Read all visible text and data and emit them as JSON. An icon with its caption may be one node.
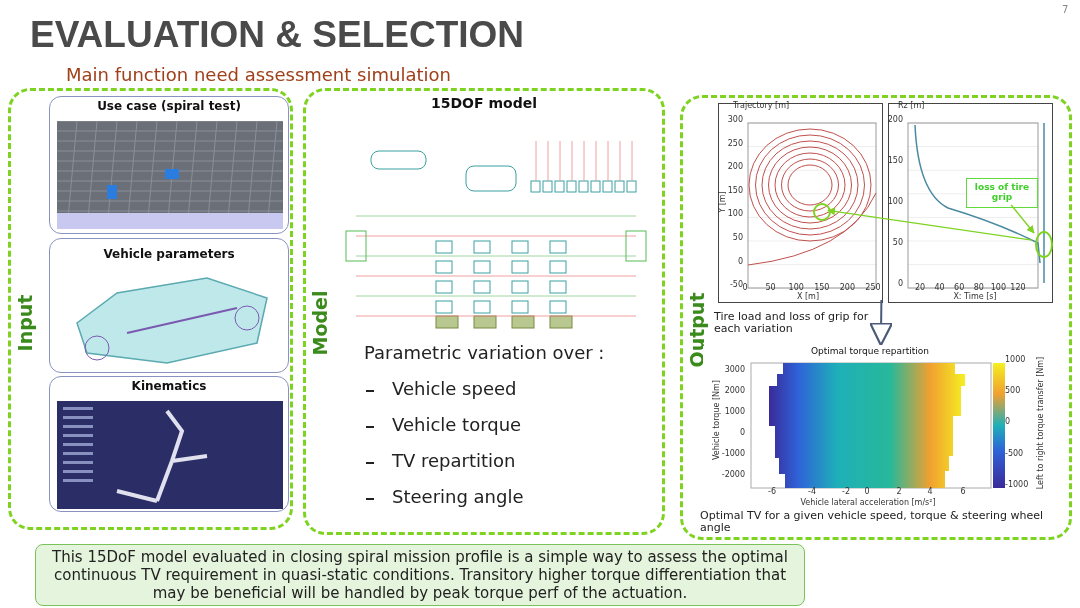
{
  "diagram": {
    "title": "EVALUATION & SELECTION",
    "nodes": [
      {
        "text": [
          "Input"
        ]
      },
      {
        "text": [
          "Use case (spiral test)"
        ],
        "in": 0
      },
      {
        "text": [
          "Vehicle parameters"
        ],
        "in": 0
      },
      {
        "text": [
          "Kinematics"
        ],
        "in": 0
      },
      {
        "text": [
          "Model",
          "15DOF model",
          "Parametric variation over :",
          "Vehicle speed",
          "Vehicle torque",
          "TV repartition",
          "Steering angle"
        ]
      },
      {
        "text": [
          "Output"
        ]
      },
      {
        "text": [],
        "shape": "picture",
        "in": 5,
        "beside": [
          "Tire load and loss of grip for each variation"
        ]
      },
      {
        "text": [
          "loss of tire grip"
        ],
        "in": 6
      },
      {
        "text": [],
        "shape": "circle",
        "in": 6
      },
      {
        "text": [],
        "shape": "circle",
        "in": 6
      },
      {
        "text": [],
        "shape": "picture",
        "in": 5,
        "beside": [
          "Optimal TV for a given vehicle speed, torque & steering wheel angle"
        ]
      },
      {
        "text": [
          "This 15DoF model evaluated in closing spiral mission profile is a simple way to assess the optimal continuous TV requirement in quasi-static conditions. Transitory higher torque differentiation that may be beneficial will be handled by peak torque perf of the actuation."
        ]
      }
    ],
    "edges": [
      {
        "from": 7,
        "to": 8,
        "arrow": "to"
      },
      {
        "from": 8,
        "to": 9,
        "arrow": "to"
      },
      {
        "from": 6,
        "to": 10,
        "arrow": "to",
        "color": "#4a5a78"
      }
    ],
    "labels": [
      "Main function need assessment simulation",
      "7",
      "Trajectory [m]",
      "Y [m]",
      "X [m]",
      "300",
      "250",
      "200",
      "150",
      "100",
      "50",
      "0",
      "-50",
      "0",
      "50",
      "100",
      "150",
      "200",
      "250",
      "Rz [m]",
      "X: Time [s]",
      "200",
      "150",
      "100",
      "50",
      "0",
      "20",
      "40",
      "60",
      "80",
      "100",
      "120",
      "Optimal torque repartition",
      "Vehicle torque [Nm]",
      "Vehicle lateral acceleration [m/s²]",
      "3000",
      "2000",
      "1000",
      "0",
      "-1000",
      "-2000",
      "-6",
      "-4",
      "-2",
      "0",
      "2",
      "4",
      "6",
      "Left to right torque transfer [Nm]",
      "1000",
      "500",
      "0",
      "-500",
      "-1000"
    ]
  }
}
